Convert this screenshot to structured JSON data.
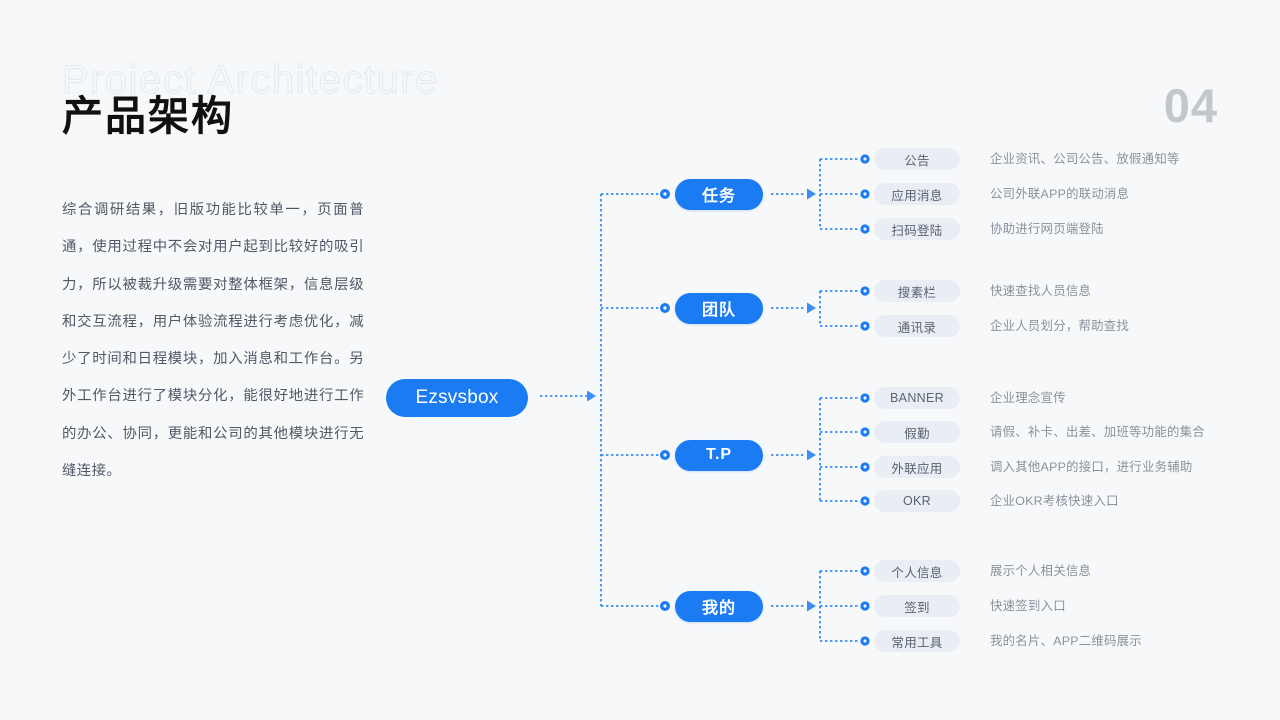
{
  "header": {
    "ghost_title": "Project Architecture",
    "title": "产品架构",
    "page_number": "04"
  },
  "body": {
    "paragraph": "综合调研结果，旧版功能比较单一，页面普通，使用过程中不会对用户起到比较好的吸引力，所以被裁升级需要对整体框架，信息层级和交互流程，用户体验流程进行考虑优化，减少了时间和日程模块，加入消息和工作台。另外工作台进行了模块分化，能很好地进行工作的办公、协同，更能和公司的其他模块进行无缝连接。"
  },
  "colors": {
    "background": "#f7f8fa",
    "accent_blue": "#1a7bf2",
    "sub_pill_bg": "#e9edf4",
    "desc_text": "#8b919c",
    "title_text": "#101010",
    "page_number": "#c3c6cb"
  },
  "diagram": {
    "root": {
      "label": "Ezsvsbox"
    },
    "branches": [
      {
        "label": "任务",
        "items": [
          {
            "label": "公告",
            "desc": "企业资讯、公司公告、放假通知等"
          },
          {
            "label": "应用消息",
            "desc": "公司外联APP的联动消息"
          },
          {
            "label": "扫码登陆",
            "desc": "协助进行网页端登陆"
          }
        ]
      },
      {
        "label": "团队",
        "items": [
          {
            "label": "搜素栏",
            "desc": "快速查找人员信息"
          },
          {
            "label": "通讯录",
            "desc": "企业人员划分，帮助查找"
          }
        ]
      },
      {
        "label": "T.P",
        "items": [
          {
            "label": "BANNER",
            "desc": "企业理念宣传"
          },
          {
            "label": "假勤",
            "desc": "请假、补卡、出差、加班等功能的集合"
          },
          {
            "label": "外联应用",
            "desc": "调入其他APP的接口，进行业务辅助"
          },
          {
            "label": "OKR",
            "desc": "企业OKR考核快速入口"
          }
        ]
      },
      {
        "label": "我的",
        "items": [
          {
            "label": "个人信息",
            "desc": "展示个人相关信息"
          },
          {
            "label": "签到",
            "desc": "快速签到入口"
          },
          {
            "label": "常用工具",
            "desc": "我的名片、APP二维码展示"
          }
        ]
      }
    ]
  }
}
